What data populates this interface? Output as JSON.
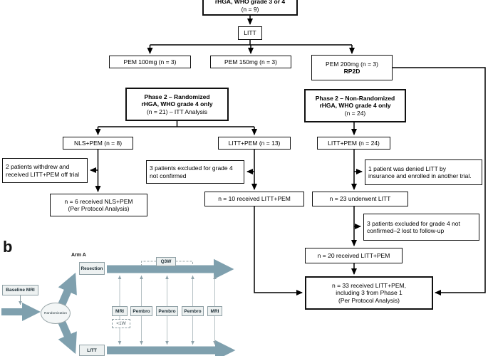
{
  "colors": {
    "arrow_teal": "#7fa0ae",
    "panel_box_fill": "#edf1f1",
    "line_black": "#000000"
  },
  "panel_a": {
    "top_box": [
      "rHGA, WHO grade 3 or 4",
      "(n = 9)"
    ],
    "litt": "LITT",
    "pem100": "PEM 100mg (n = 3)",
    "pem150": "PEM 150mg (n = 3)",
    "pem200": [
      "PEM 200mg (n = 3)",
      "RP2D"
    ],
    "phase2_randomized": [
      "Phase 2 – Randomized",
      "rHGA, WHO grade 4 only",
      "(n = 21) – ITT Analysis"
    ],
    "phase2_nonrandomized": [
      "Phase 2 – Non-Randomized",
      "rHGA, WHO grade 4 only",
      "(n = 24)"
    ],
    "nls_pem": "NLS+PEM (n = 8)",
    "litt_pem_13": "LITT+PEM (n = 13)",
    "litt_pem_24": "LITT+PEM (n = 24)",
    "withdrew": [
      "2 patients withdrew and",
      "received LITT+PEM off trial"
    ],
    "excluded_grade4": [
      "3 patients excluded for grade 4",
      "not confirmed"
    ],
    "denied_litt": [
      "1 patient was denied LITT by",
      "insurance and enrolled in another trial."
    ],
    "n6": [
      "n = 6 received NLS+PEM",
      "(Per Protocol Analysis)"
    ],
    "n10": "n = 10 received LITT+PEM",
    "n23": "n = 23 underwent LITT",
    "excluded_followup": [
      "3 patients excluded for grade 4 not",
      "confirmed–2 lost to follow-up"
    ],
    "n20": "n = 20 received LITT+PEM",
    "n33": [
      "n = 33 received LITT+PEM,",
      "including 3 from Phase 1",
      "(Per Protocol Analysis)"
    ]
  },
  "panel_b": {
    "label": "b",
    "baseline_mri": "Baseline MRI",
    "randomization": "Randomization",
    "arm_a": "Arm A",
    "resection": "Resection",
    "litt": "LITT",
    "q3w": "Q3W",
    "schedule": [
      "MRI",
      "Pembro",
      "Pembro",
      "Pembro",
      "MRI"
    ],
    "lt_1w": "<1W"
  }
}
